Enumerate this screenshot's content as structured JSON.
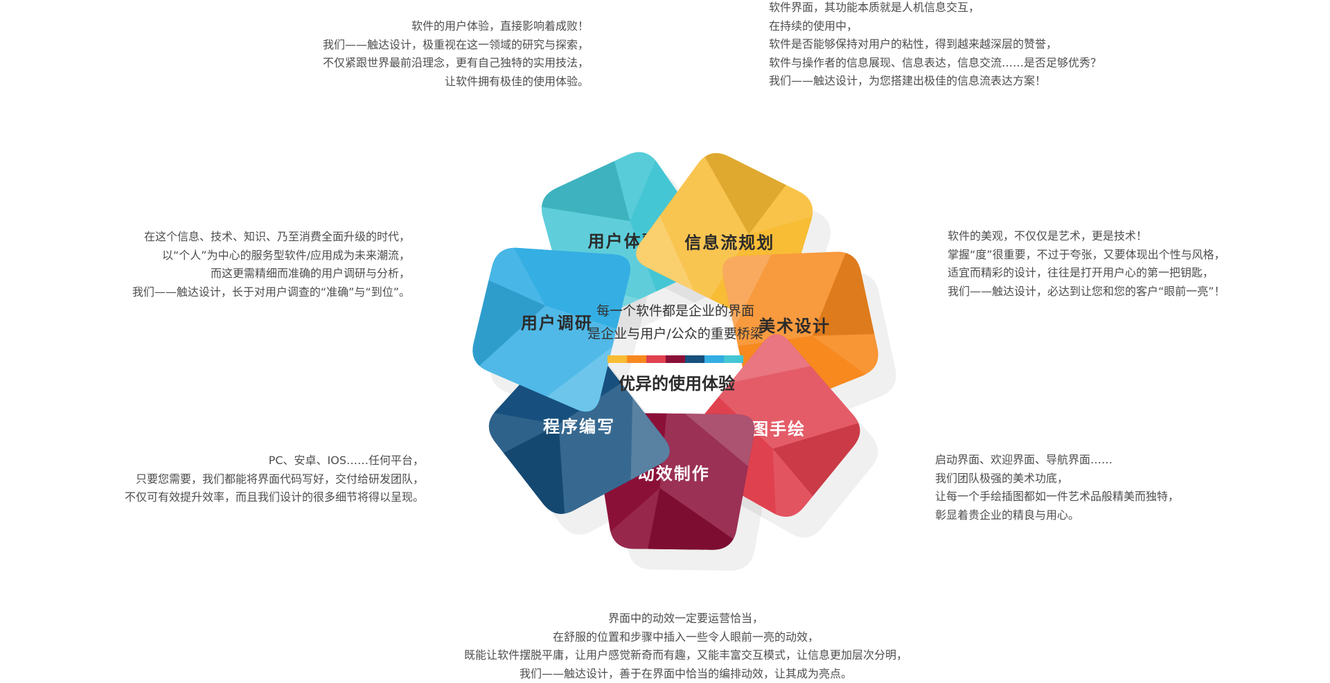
{
  "segments": [
    {
      "id": "ux",
      "label": "用户体验",
      "color": "#45C6D4",
      "text_color": "#2b2b2b"
    },
    {
      "id": "info",
      "label": "信息流规划",
      "color": "#F8BC35",
      "text_color": "#2b2b2b"
    },
    {
      "id": "art",
      "label": "美术设计",
      "color": "#F7891F",
      "text_color": "#2b2b2b"
    },
    {
      "id": "illus",
      "label": "插图手绘",
      "color": "#E0414F",
      "text_color": "#ffffff"
    },
    {
      "id": "motion",
      "label": "动效制作",
      "color": "#8B1038",
      "text_color": "#ffffff"
    },
    {
      "id": "code",
      "label": "程序编写",
      "color": "#17507E",
      "text_color": "#ffffff"
    },
    {
      "id": "research",
      "label": "用户调研",
      "color": "#34AEE3",
      "text_color": "#2b2b2b"
    }
  ],
  "center": {
    "line1": "每一个软件都是企业的界面",
    "line2": "是企业与用户/公众的重要桥梁",
    "title": "优异的使用体验",
    "bar_colors": [
      "#F8BC35",
      "#F7891F",
      "#E0414F",
      "#8B1038",
      "#17507E",
      "#34AEE3",
      "#45C6D4"
    ]
  },
  "descriptions": {
    "ux": [
      "软件的用户体验，直接影响着成败！",
      "我们——触达设计，极重视在这一领域的研究与探索，",
      "不仅紧跟世界最前沿理念，更有自己独特的实用技法，",
      "让软件拥有极佳的使用体验。"
    ],
    "info": [
      "软件界面，其功能本质就是人机信息交互，",
      "在持续的使用中，",
      "软件是否能够保持对用户的粘性，得到越来越深层的赞誉，",
      "软件与操作者的信息展现、信息表达，信息交流……是否足够优秀？",
      "我们——触达设计，为您搭建出极佳的信息流表达方案！"
    ],
    "research": [
      "在这个信息、技术、知识、乃至消费全面升级的时代，",
      "以“个人”为中心的服务型软件/应用成为未来潮流，",
      "而这更需精细而准确的用户调研与分析，",
      "我们——触达设计，长于对用户调查的“准确”与“到位”。"
    ],
    "art": [
      "软件的美观，不仅仅是艺术，更是技术！",
      "掌握“度”很重要，不过于夸张，又要体现出个性与风格，",
      "适宜而精彩的设计，往往是打开用户心的第一把钥匙，",
      "我们——触达设计，必达到让您和您的客户“眼前一亮”！"
    ],
    "code": [
      "PC、安卓、IOS……任何平台，",
      "只要您需要，我们都能将界面代码写好，交付给研发团队，",
      "不仅可有效提升效率，而且我们设计的很多细节将得以呈现。"
    ],
    "illus": [
      "启动界面、欢迎界面、导航界面……",
      "我们团队极强的美术功底，",
      "让每一个手绘插图都如一件艺术品般精美而独特，",
      "彰显着贵企业的精良与用心。"
    ],
    "motion": [
      "界面中的动效一定要运营恰当，",
      "在舒服的位置和步骤中插入一些令人眼前一亮的动效，",
      "既能让软件摆脱平庸，让用户感觉新奇而有趣，又能丰富交互模式，让信息更加层次分明，",
      "我们——触达设计，善于在界面中恰当的编排动效，让其成为亮点。"
    ]
  }
}
